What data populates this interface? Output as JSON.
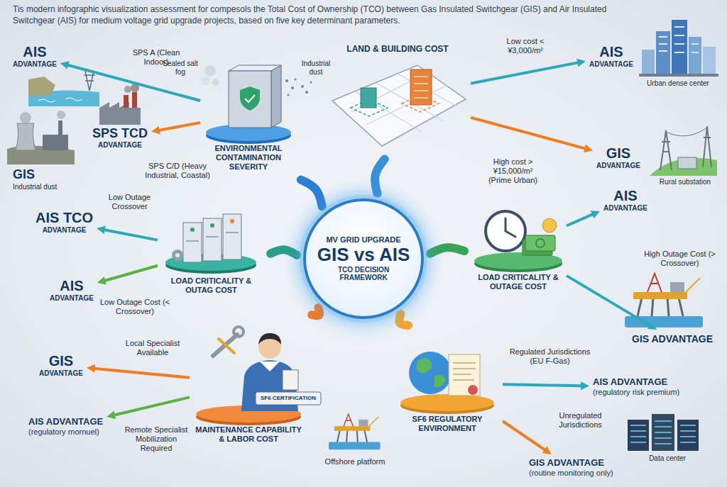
{
  "diagram": {
    "title": "Tis modern infographic visualization assessment for compesols the Total Cost of Ownership (TCO) between Gas Insulated Switchgear (GIS) and Air Insulated Switchgear (AIS) for medium voltage grid upgrade projects, based on five key determinant parameters.",
    "nodes": [
      {
        "text": [
          "MV GRID UPGRADE",
          "GIS vs AIS",
          "TCO DECISION FRAMEWORK"
        ]
      },
      {
        "text": [
          "ENVIRONMENTAL CONTAMINATION SEVERITY"
        ]
      },
      {
        "text": [
          "LAND & BUILDING COST"
        ]
      },
      {
        "text": [
          "LOAD CRITICALITY & OUTAG COST"
        ]
      },
      {
        "text": [
          "LOAD CRITICALITY & OUTAGE COST"
        ]
      },
      {
        "text": [
          "MAINTENANCE CAPABILITY & LABOR COST"
        ]
      },
      {
        "text": [
          "SF6 REGULATORY ENVIRONMENT"
        ]
      },
      {
        "text": [
          "AIS",
          "ADVANTAGE"
        ]
      },
      {
        "text": [
          "SPS TCD",
          "ADVANTAGE"
        ]
      },
      {
        "text": [
          "AIS",
          "ADVANTAGE"
        ]
      },
      {
        "text": [
          "GIS",
          "ADVANTAGE"
        ]
      },
      {
        "text": [
          "AIS TCO",
          "ADVANTAGE"
        ]
      },
      {
        "text": [
          "AIS",
          "ADVANTAGE"
        ]
      },
      {
        "text": [
          "AIS",
          "ADVANTAGE"
        ]
      },
      {
        "text": [
          "GIS ADVANTAGE"
        ]
      },
      {
        "text": [
          "GIS",
          "ADVANTAGE"
        ]
      },
      {
        "text": [
          "AIS ADVANTAGE",
          "(regulatory rnornuel)"
        ]
      },
      {
        "text": [
          "AIS ADVANTAGE",
          "(regulatory risk premium)"
        ]
      },
      {
        "text": [
          "GIS ADVANTAGE",
          "(routine monitoring only)"
        ]
      }
    ],
    "edges": [
      {
        "from": 0,
        "to": 1,
        "arrow": "none"
      },
      {
        "from": 0,
        "to": 2,
        "arrow": "none"
      },
      {
        "from": 0,
        "to": 3,
        "arrow": "none"
      },
      {
        "from": 0,
        "to": 4,
        "arrow": "none"
      },
      {
        "from": 0,
        "to": 5,
        "arrow": "none"
      },
      {
        "from": 0,
        "to": 6,
        "arrow": "none"
      },
      {
        "from": 1,
        "to": 7,
        "label": "SPS A (Clean Indoor)",
        "arrow": "to"
      },
      {
        "from": 1,
        "to": 8,
        "label": "SPS C/D (Heavy Industrial, Coastal)",
        "arrow": "to"
      },
      {
        "from": 2,
        "to": 9,
        "label": "Low cost < ¥3,000/m²",
        "arrow": "to"
      },
      {
        "from": 2,
        "to": 10,
        "label": "High cost > ¥15,000/m² (Prime Urban)",
        "arrow": "to"
      },
      {
        "from": 3,
        "to": 11,
        "label": "Low Outage Crossover",
        "arrow": "to"
      },
      {
        "from": 3,
        "to": 12,
        "label": "Low Outage Cost (< Crossover)",
        "arrow": "to"
      },
      {
        "from": 4,
        "to": 13,
        "arrow": "to"
      },
      {
        "from": 4,
        "to": 14,
        "label": "High Outage Cost (> Crossover)",
        "arrow": "to"
      },
      {
        "from": 5,
        "to": 15,
        "label": "Local Specialist Available",
        "arrow": "to"
      },
      {
        "from": 5,
        "to": 16,
        "label": "Remote Specialist Mobilization Required",
        "arrow": "to"
      },
      {
        "from": 6,
        "to": 17,
        "label": "Regulated Jurisdictions (EU F-Gas)",
        "arrow": "to"
      },
      {
        "from": 6,
        "to": 18,
        "label": "Unregulated Jurisdictions",
        "arrow": "to"
      }
    ],
    "labels": [
      "Sealed salt fog",
      "Industrial dust",
      "GIS",
      "Industrial dust",
      "Urban dense center",
      "Rural substation",
      "SF6 CERTIFICATION",
      "Offshore platform",
      "Data center"
    ]
  }
}
